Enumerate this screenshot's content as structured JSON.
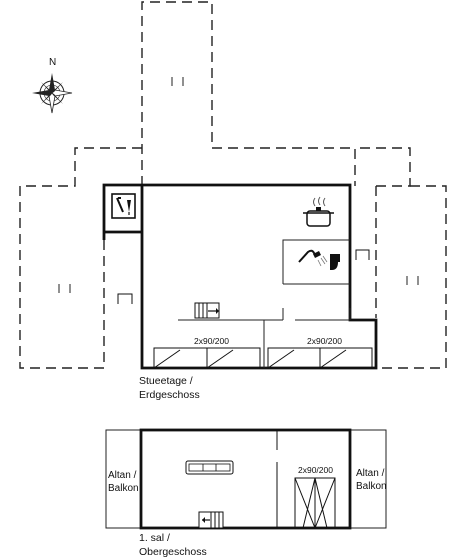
{
  "compass": {
    "north_label": "N",
    "icon": "compass-rose-icon"
  },
  "ground_floor": {
    "caption_line1": "Stueetage /",
    "caption_line2": "Erdgeschoss",
    "beds": [
      {
        "label": "2x90/200"
      },
      {
        "label": "2x90/200"
      }
    ],
    "icons": [
      "wine-icon",
      "cooking-pot-icon",
      "shower-toilet-icon",
      "stairs-icon",
      "door-icon"
    ]
  },
  "upper_floor": {
    "caption_line1": "1. sal /",
    "caption_line2": "Obergeschoss",
    "balcony_left_line1": "Altan /",
    "balcony_left_line2": "Balkon",
    "balcony_right_line1": "Altan /",
    "balcony_right_line2": "Balkon",
    "bed_label": "2x90/200",
    "icons": [
      "sofa-icon",
      "stairs-icon",
      "wardrobe-icon"
    ]
  }
}
